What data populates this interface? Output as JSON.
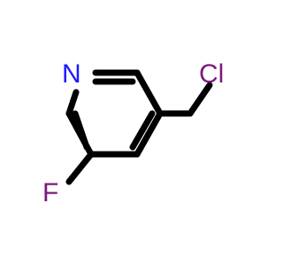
{
  "molecule": {
    "atoms": {
      "nitrogen": {
        "label": "N",
        "color": "#1a1aff"
      },
      "chlorine": {
        "label": "Cl",
        "color": "#7b1a7b"
      },
      "fluorine": {
        "label": "F",
        "color": "#7b1a7b"
      }
    },
    "bond_color": "#000000"
  }
}
